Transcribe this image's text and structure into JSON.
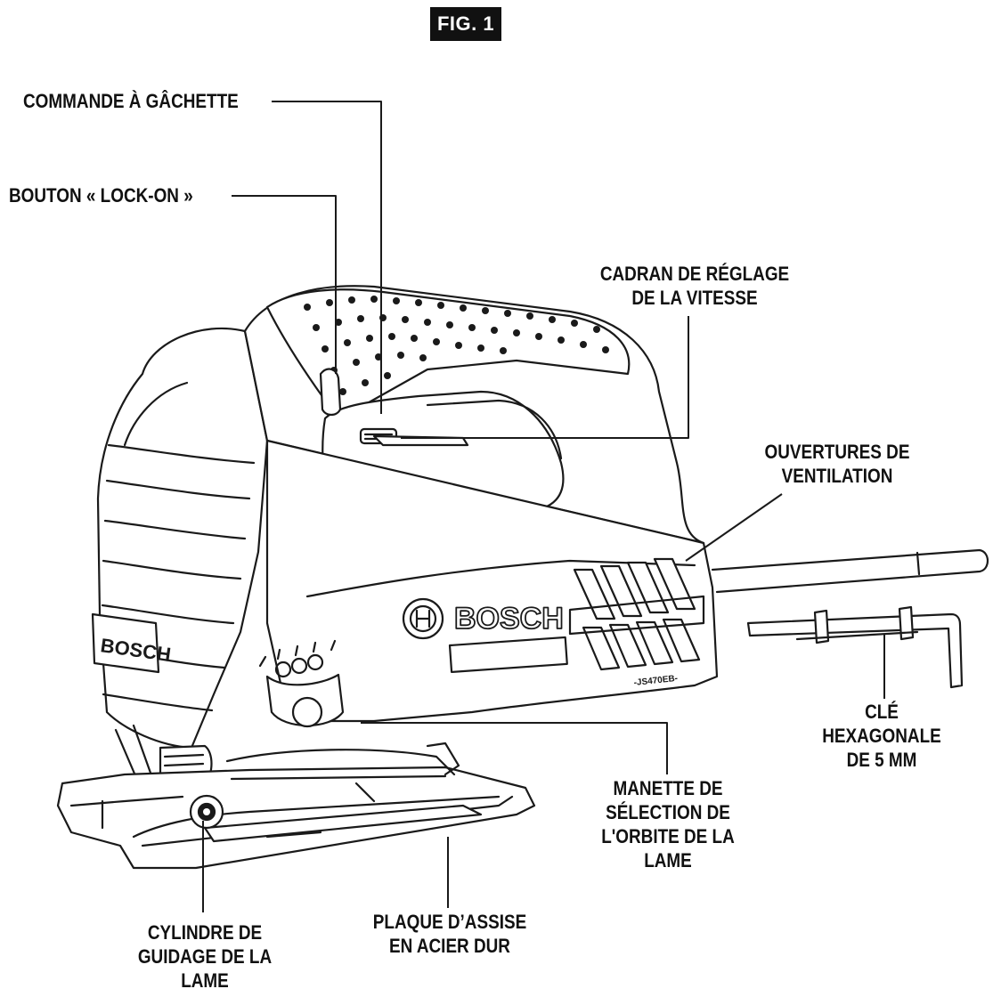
{
  "figure": {
    "label": "FIG. 1"
  },
  "brand": {
    "logo_text": "BOSCH",
    "model_tag": "-JS470EB-"
  },
  "callouts": {
    "trigger": [
      "COMMANDE À GÂCHETTE"
    ],
    "lock_on": [
      "BOUTON « LOCK-ON »"
    ],
    "speed_dial": [
      "CADRAN DE RÉGLAGE",
      "DE LA VITESSE"
    ],
    "vents": [
      "OUVERTURES DE",
      "VENTILATION"
    ],
    "hex_key": [
      "CLÉ",
      "HEXAGONALE",
      "DE 5 MM"
    ],
    "orbit_lever": [
      "MANETTE DE",
      "SÉLECTION DE",
      "L'ORBITE DE LA",
      "LAME"
    ],
    "footplate": [
      "PLAQUE D’ASSISE",
      "EN ACIER DUR"
    ],
    "guide_roller": [
      "CYLINDRE DE",
      "GUIDAGE DE LA",
      "LAME"
    ]
  }
}
